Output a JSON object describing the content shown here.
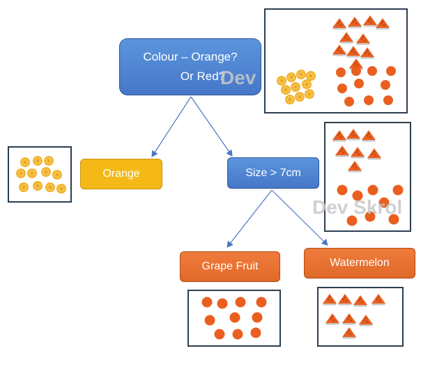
{
  "nodes": {
    "root": {
      "line1": "Colour – Orange?",
      "line2": "Or Red?"
    },
    "orange": {
      "label": "Orange"
    },
    "size": {
      "label": "Size > 7cm"
    },
    "grape": {
      "label": "Grape Fruit"
    },
    "water": {
      "label": "Watermelon"
    }
  },
  "watermarks": [
    "Dev",
    "Dev Skrol"
  ],
  "colors": {
    "decision_node": "#4a7fcf",
    "leaf_orange": "#f4b916",
    "leaf_red": "#e36c2c",
    "connector": "#4a78c0",
    "fruit_orange": "#f3b12d",
    "fruit_red": "#ea5f1f"
  },
  "icons": [
    "orange-slice-icon",
    "grapefruit-icon",
    "watermelon-slice-icon"
  ]
}
